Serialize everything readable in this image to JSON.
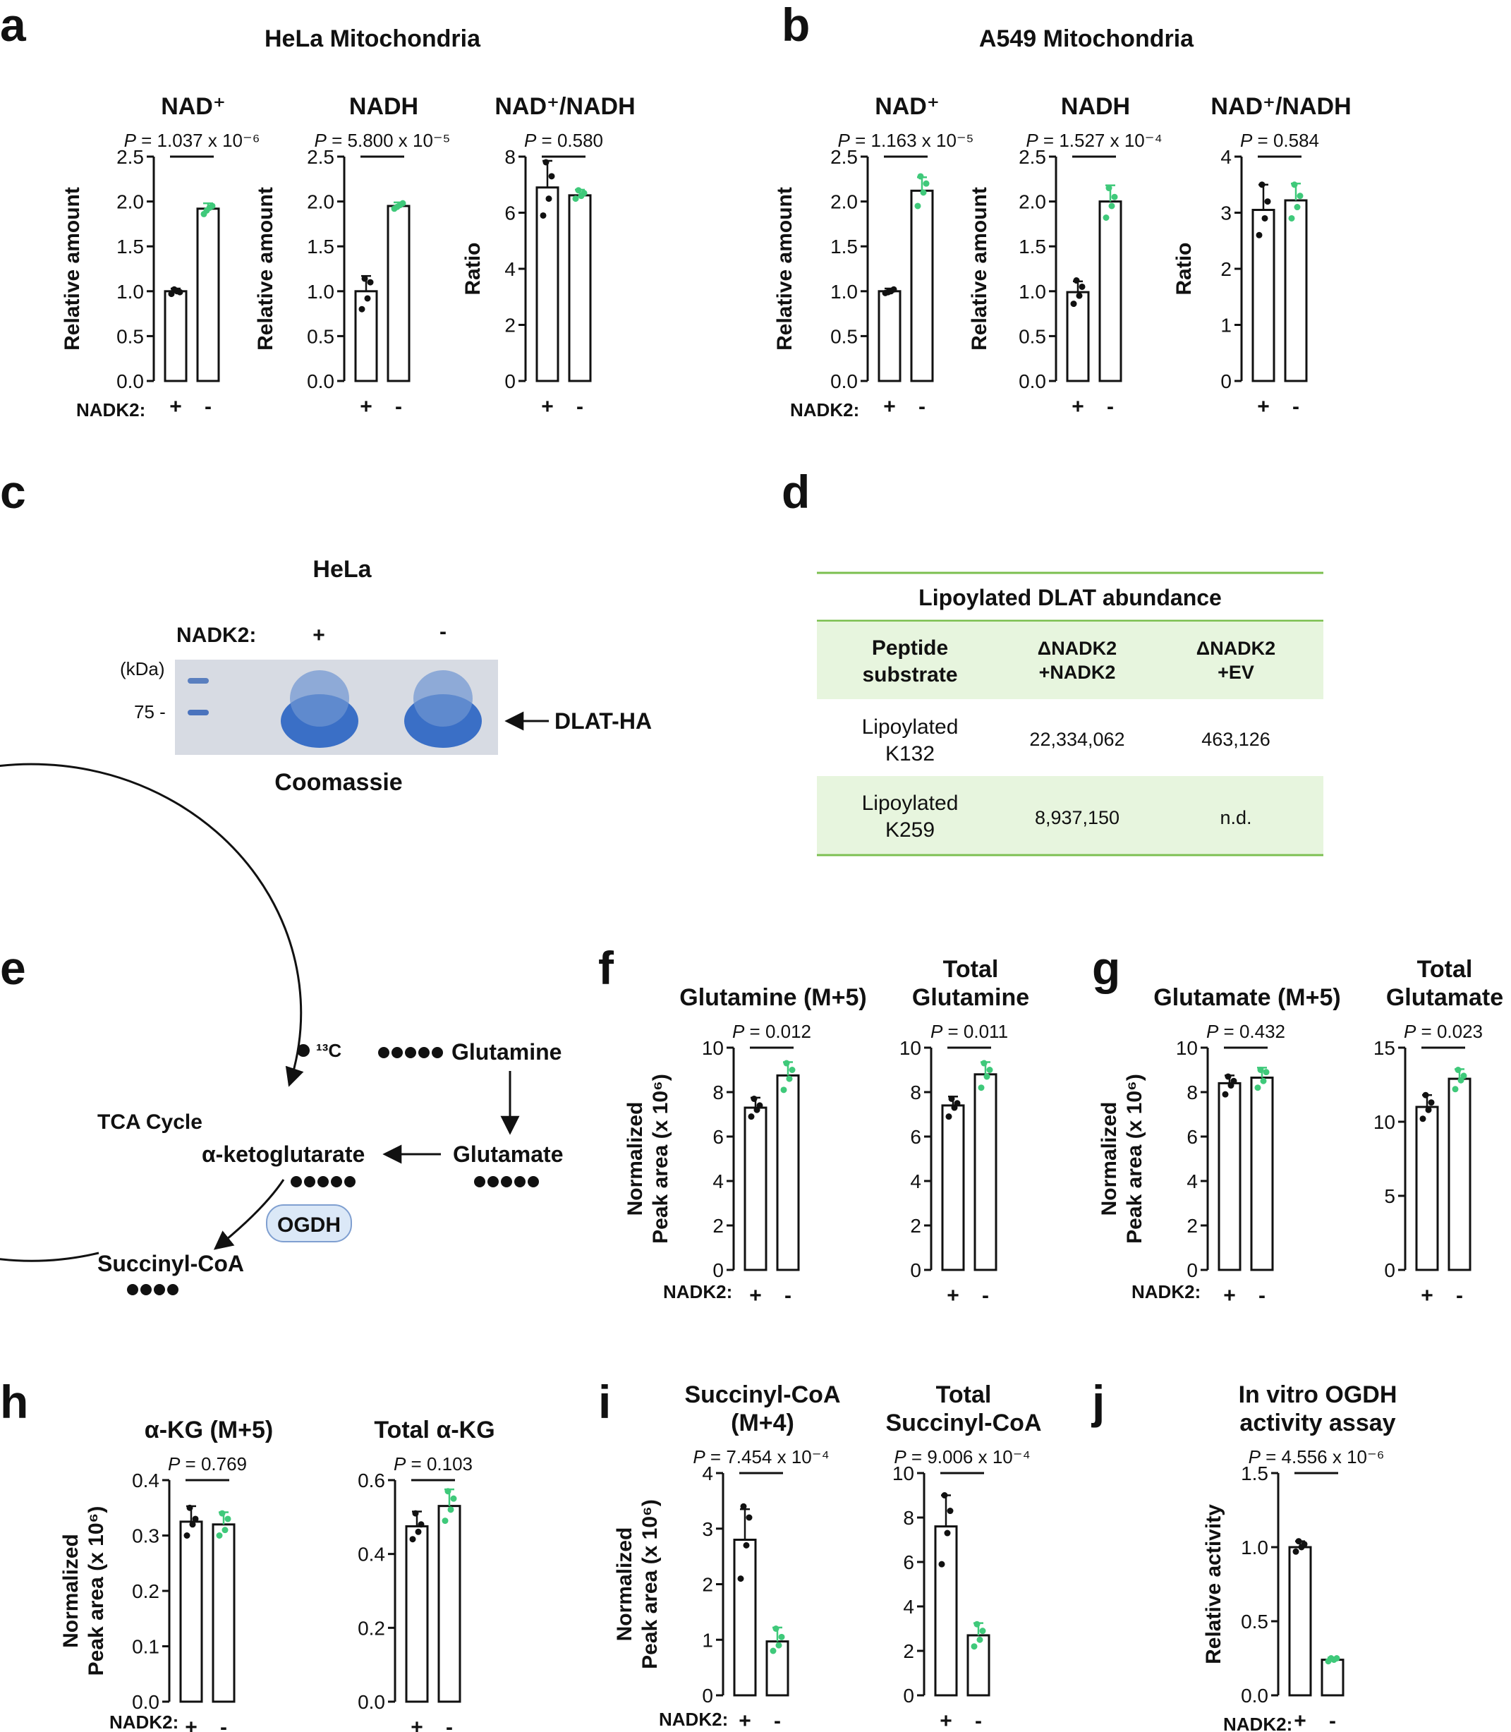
{
  "colors": {
    "control": "#111111",
    "knockout": "#3fc97a",
    "gel_bg": "#d9dde5",
    "band": "#3b73c6",
    "table_green": "#e7f5de",
    "table_line": "#7bbf4f"
  },
  "group_label": "NADK2:",
  "tick_plus": "+",
  "tick_minus": "-",
  "panels": [
    {
      "id": "a",
      "letter": "a",
      "title": "HeLa Mitochondria"
    },
    {
      "id": "b",
      "letter": "b",
      "title": "A549 Mitochondria"
    },
    {
      "id": "c",
      "letter": "c",
      "title": ""
    },
    {
      "id": "d",
      "letter": "d",
      "title": ""
    },
    {
      "id": "e",
      "letter": "e",
      "title": ""
    },
    {
      "id": "f",
      "letter": "f",
      "title": ""
    },
    {
      "id": "g",
      "letter": "g",
      "title": ""
    },
    {
      "id": "h",
      "letter": "h",
      "title": ""
    },
    {
      "id": "i",
      "letter": "i",
      "title": ""
    },
    {
      "id": "j",
      "letter": "j",
      "title": ""
    }
  ],
  "chart_data": [
    {
      "id": "a1",
      "type": "bar",
      "title": "NAD⁺",
      "ylabel": "Relative amount",
      "p": "1.037 x 10⁻⁶",
      "ylim": [
        0,
        2.5
      ],
      "yticks": [
        "0.0",
        "0.5",
        "1.0",
        "1.5",
        "2.0",
        "2.5"
      ],
      "categories": [
        "+",
        "-"
      ],
      "values": [
        1.0,
        1.92
      ],
      "err": [
        0.03,
        0.06
      ],
      "points": [
        [
          0.97,
          1.0,
          0.99,
          1.02
        ],
        [
          1.86,
          1.93,
          1.95,
          1.9
        ]
      ]
    },
    {
      "id": "a2",
      "type": "bar",
      "title": "NADH",
      "ylabel": "Relative amount",
      "p": "5.800 x 10⁻⁵",
      "ylim": [
        0,
        2.5
      ],
      "yticks": [
        "0.0",
        "0.5",
        "1.0",
        "1.5",
        "2.0",
        "2.5"
      ],
      "categories": [
        "+",
        "-"
      ],
      "values": [
        1.0,
        1.95
      ],
      "err": [
        0.17,
        0.04
      ],
      "points": [
        [
          0.8,
          0.92,
          1.1,
          1.14
        ],
        [
          1.92,
          1.96,
          1.98,
          1.94
        ]
      ]
    },
    {
      "id": "a3",
      "type": "bar",
      "title": "NAD⁺/NADH",
      "ylabel": "Ratio",
      "p": "0.580",
      "ylim": [
        0,
        8
      ],
      "yticks": [
        "0",
        "2",
        "4",
        "6",
        "8"
      ],
      "categories": [
        "+",
        "-"
      ],
      "values": [
        6.9,
        6.62
      ],
      "err": [
        0.95,
        0.2
      ],
      "points": [
        [
          5.9,
          6.5,
          7.3,
          7.8
        ],
        [
          6.5,
          6.6,
          6.7,
          6.8
        ]
      ]
    },
    {
      "id": "b1",
      "type": "bar",
      "title": "NAD⁺",
      "ylabel": "Relative amount",
      "p": "1.163 x 10⁻⁵",
      "ylim": [
        0,
        2.5
      ],
      "yticks": [
        "0.0",
        "0.5",
        "1.0",
        "1.5",
        "2.0",
        "2.5"
      ],
      "categories": [
        "+",
        "-"
      ],
      "values": [
        1.0,
        2.12
      ],
      "err": [
        0.03,
        0.15
      ],
      "points": [
        [
          0.98,
          1.0,
          1.02,
          0.99
        ],
        [
          1.95,
          2.1,
          2.2,
          2.28
        ]
      ]
    },
    {
      "id": "b2",
      "type": "bar",
      "title": "NADH",
      "ylabel": "Relative amount",
      "p": "1.527 x 10⁻⁴",
      "ylim": [
        0,
        2.5
      ],
      "yticks": [
        "0.0",
        "0.5",
        "1.0",
        "1.5",
        "2.0",
        "2.5"
      ],
      "categories": [
        "+",
        "-"
      ],
      "values": [
        0.99,
        2.0
      ],
      "err": [
        0.12,
        0.18
      ],
      "points": [
        [
          0.86,
          0.95,
          1.05,
          1.12
        ],
        [
          1.82,
          1.95,
          2.05,
          2.15
        ]
      ]
    },
    {
      "id": "b3",
      "type": "bar",
      "title": "NAD⁺/NADH",
      "ylabel": "Ratio",
      "p": "0.584",
      "ylim": [
        0,
        4
      ],
      "yticks": [
        "0",
        "1",
        "2",
        "3",
        "4"
      ],
      "categories": [
        "+",
        "-"
      ],
      "values": [
        3.05,
        3.22
      ],
      "err": [
        0.45,
        0.3
      ],
      "points": [
        [
          2.6,
          2.9,
          3.2,
          3.5
        ],
        [
          2.9,
          3.1,
          3.3,
          3.5
        ]
      ]
    },
    {
      "id": "f1",
      "type": "bar",
      "title": "Glutamine (M+5)",
      "ylabel": "Normalized\nPeak area (x 10⁶)",
      "p": "0.012",
      "ylim": [
        0,
        10
      ],
      "yticks": [
        "0",
        "2",
        "4",
        "6",
        "8",
        "10"
      ],
      "categories": [
        "+",
        "-"
      ],
      "values": [
        7.3,
        8.75
      ],
      "err": [
        0.45,
        0.6
      ],
      "points": [
        [
          6.9,
          7.2,
          7.4,
          7.7
        ],
        [
          8.1,
          8.6,
          9.0,
          9.3
        ]
      ]
    },
    {
      "id": "f2",
      "type": "bar",
      "title": "Total\nGlutamine",
      "ylabel": "",
      "p": "0.011",
      "ylim": [
        0,
        10
      ],
      "yticks": [
        "0",
        "2",
        "4",
        "6",
        "8",
        "10"
      ],
      "categories": [
        "+",
        "-"
      ],
      "values": [
        7.4,
        8.8
      ],
      "err": [
        0.4,
        0.55
      ],
      "points": [
        [
          6.9,
          7.3,
          7.5,
          7.7
        ],
        [
          8.2,
          8.7,
          9.0,
          9.3
        ]
      ]
    },
    {
      "id": "g1",
      "type": "bar",
      "title": "Glutamate (M+5)",
      "ylabel": "Normalized\nPeak area (x 10⁶)",
      "p": "0.432",
      "ylim": [
        0,
        10
      ],
      "yticks": [
        "0",
        "2",
        "4",
        "6",
        "8",
        "10"
      ],
      "categories": [
        "+",
        "-"
      ],
      "values": [
        8.4,
        8.65
      ],
      "err": [
        0.35,
        0.45
      ],
      "points": [
        [
          7.9,
          8.3,
          8.5,
          8.7
        ],
        [
          8.2,
          8.5,
          8.9,
          9.0
        ]
      ]
    },
    {
      "id": "g2",
      "type": "bar",
      "title": "Total\nGlutamate",
      "ylabel": "",
      "p": "0.023",
      "ylim": [
        0,
        15
      ],
      "yticks": [
        "0",
        "5",
        "10",
        "15"
      ],
      "categories": [
        "+",
        "-"
      ],
      "values": [
        11.0,
        12.9
      ],
      "err": [
        0.8,
        0.65
      ],
      "points": [
        [
          10.2,
          10.8,
          11.3,
          11.8
        ],
        [
          12.2,
          12.8,
          13.1,
          13.5
        ]
      ]
    },
    {
      "id": "h1",
      "type": "bar",
      "title": "α-KG (M+5)",
      "ylabel": "Normalized\nPeak area (x 10⁶)",
      "p": "0.769",
      "ylim": [
        0,
        0.4
      ],
      "yticks": [
        "0.0",
        "0.1",
        "0.2",
        "0.3",
        "0.4"
      ],
      "categories": [
        "+",
        "-"
      ],
      "values": [
        0.325,
        0.32
      ],
      "err": [
        0.028,
        0.022
      ],
      "points": [
        [
          0.3,
          0.32,
          0.33,
          0.35
        ],
        [
          0.3,
          0.31,
          0.33,
          0.34
        ]
      ]
    },
    {
      "id": "h2",
      "type": "bar",
      "title": "Total α-KG",
      "ylabel": "",
      "p": "0.103",
      "ylim": [
        0,
        0.6
      ],
      "yticks": [
        "0.0",
        "0.2",
        "0.4",
        "0.6"
      ],
      "categories": [
        "+",
        "-"
      ],
      "values": [
        0.475,
        0.53
      ],
      "err": [
        0.04,
        0.045
      ],
      "points": [
        [
          0.44,
          0.46,
          0.48,
          0.51
        ],
        [
          0.49,
          0.52,
          0.55,
          0.57
        ]
      ]
    },
    {
      "id": "i1",
      "type": "bar",
      "title": "Succinyl-CoA\n(M+4)",
      "ylabel": "Normalized\nPeak area (x 10⁶)",
      "p": "7.454 x 10⁻⁴",
      "ylim": [
        0,
        4
      ],
      "yticks": [
        "0",
        "1",
        "2",
        "3",
        "4"
      ],
      "categories": [
        "+",
        "-"
      ],
      "values": [
        2.8,
        0.97
      ],
      "err": [
        0.55,
        0.25
      ],
      "points": [
        [
          2.1,
          2.7,
          3.2,
          3.4
        ],
        [
          0.8,
          0.9,
          1.05,
          1.2
        ]
      ]
    },
    {
      "id": "i2",
      "type": "bar",
      "title": "Total\nSuccinyl-CoA",
      "ylabel": "",
      "p": "9.006 x 10⁻⁴",
      "ylim": [
        0,
        10
      ],
      "yticks": [
        "0",
        "2",
        "4",
        "6",
        "8",
        "10"
      ],
      "categories": [
        "+",
        "-"
      ],
      "values": [
        7.6,
        2.7
      ],
      "err": [
        1.4,
        0.55
      ],
      "points": [
        [
          5.9,
          7.3,
          8.3,
          9.0
        ],
        [
          2.2,
          2.5,
          2.9,
          3.2
        ]
      ]
    },
    {
      "id": "j1",
      "type": "bar",
      "title": "In vitro OGDH\nactivity assay",
      "ylabel": "Relative activity",
      "p": "4.556 x 10⁻⁶",
      "ylim": [
        0,
        1.5
      ],
      "yticks": [
        "0.0",
        "0.5",
        "1.0",
        "1.5"
      ],
      "categories": [
        "+",
        "-"
      ],
      "values": [
        1.0,
        0.24
      ],
      "err": [
        0.04,
        0.015
      ],
      "points": [
        [
          0.97,
          1.0,
          1.02,
          1.04
        ],
        [
          0.23,
          0.24,
          0.25,
          0.25
        ]
      ]
    }
  ],
  "gel": {
    "cell": "HeLa",
    "lane_label": "NADK2:",
    "lane_plus": "+",
    "lane_minus": "-",
    "unit": "(kDa)",
    "marker": "75 -",
    "band_label": "DLAT-HA",
    "caption": "Coomassie"
  },
  "lip_table": {
    "title": "Lipoylated DLAT abundance",
    "headers": [
      "Peptide\nsubstrate",
      "ΔNADK2\n+NADK2",
      "ΔNADK2\n+EV"
    ],
    "rows": [
      [
        "Lipoylated\nK132",
        "22,334,062",
        "463,126"
      ],
      [
        "Lipoylated\nK259",
        "8,937,150",
        "n.d."
      ]
    ]
  },
  "pathway": {
    "isotope_legend": "¹³C",
    "glutamine": "Glutamine",
    "glutamate": "Glutamate",
    "akg": "α-ketoglutarate",
    "tca": "TCA Cycle",
    "enzyme": "OGDH",
    "succ": "Succinyl-CoA"
  }
}
